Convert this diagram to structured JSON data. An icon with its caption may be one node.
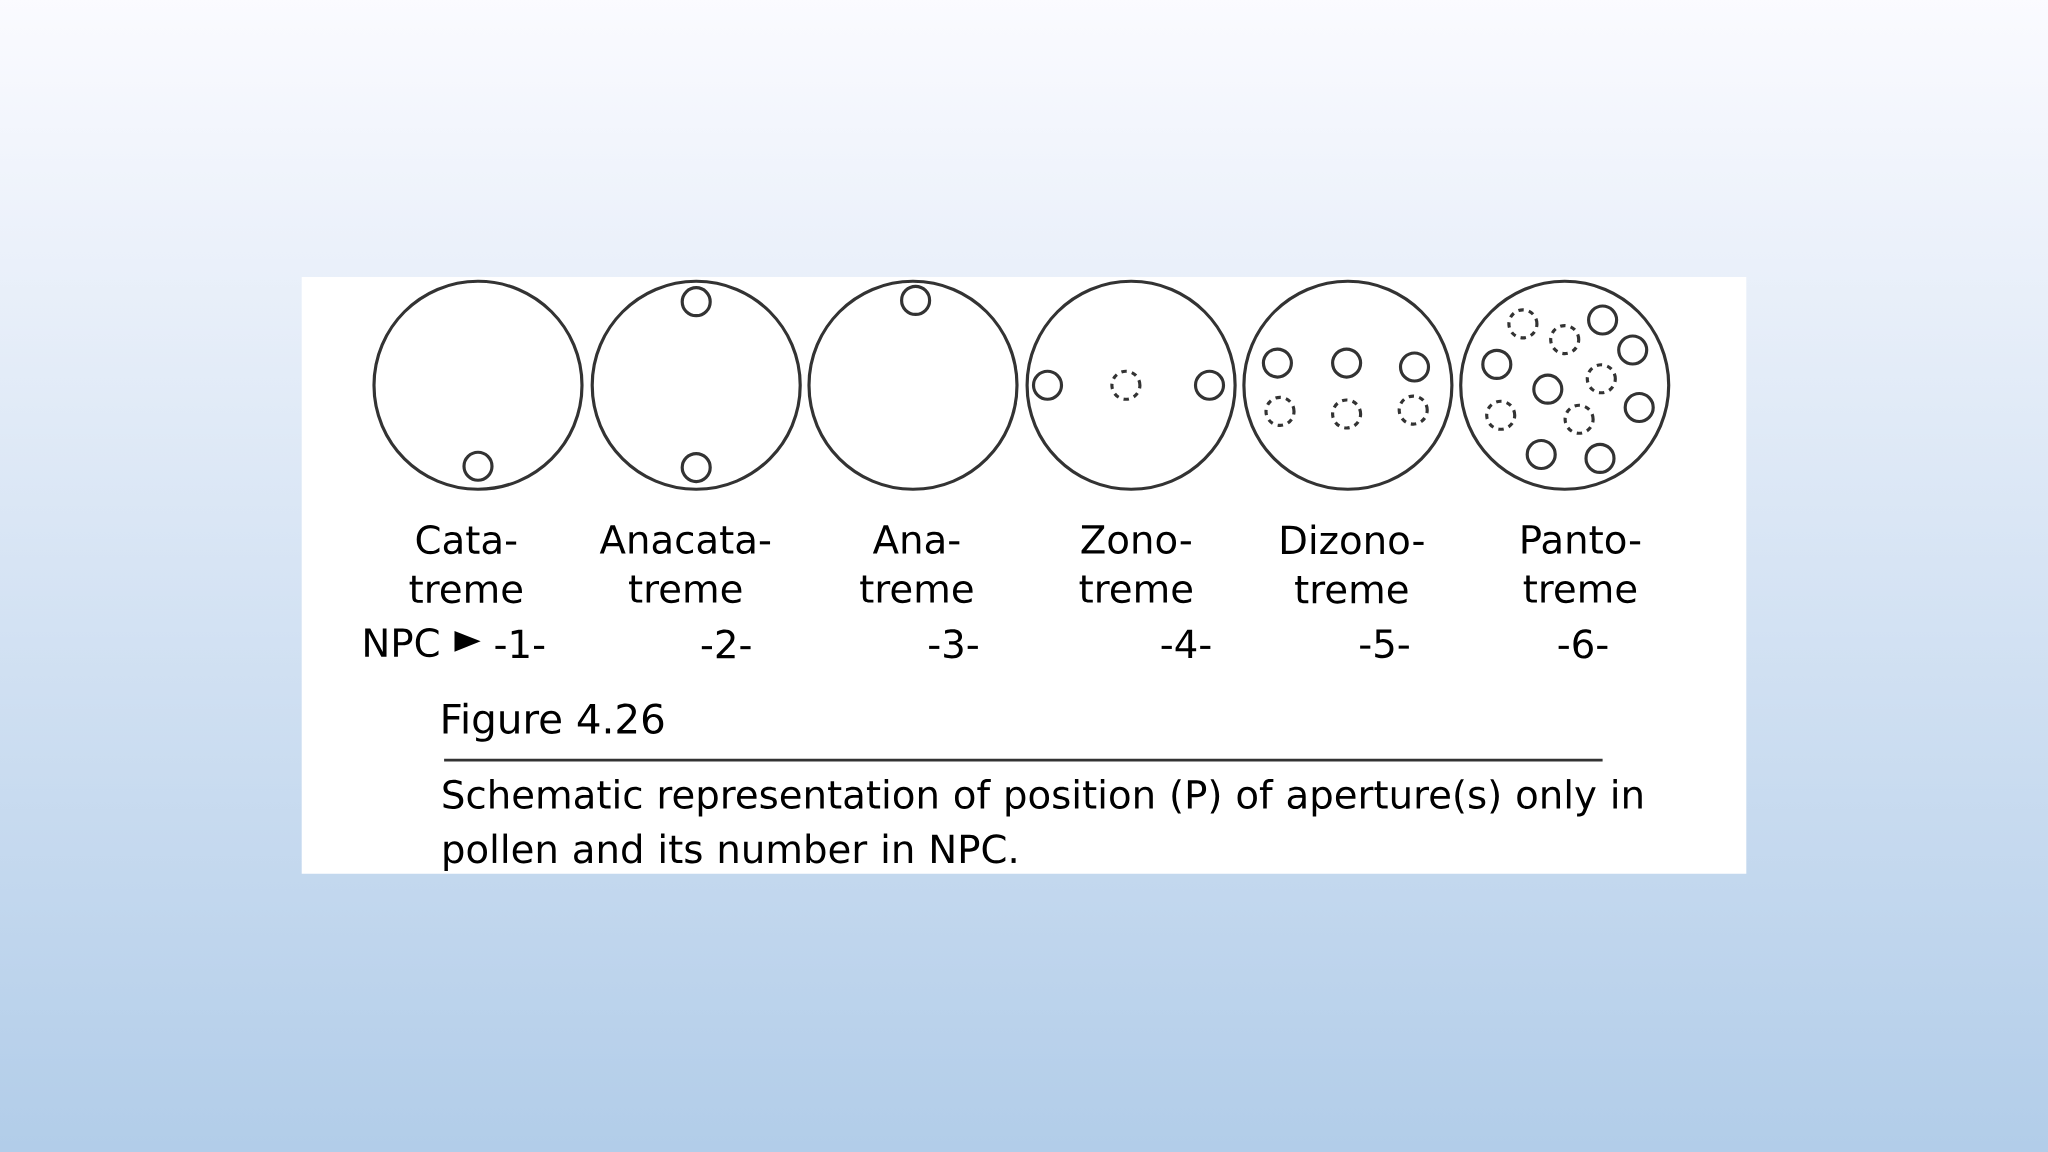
{
  "diagram": {
    "title": "Figure 4.26",
    "caption": "Schematic representation of position (P) of aperture(s) only in pollen and its number in NPC.",
    "labels": [
      "Cata- treme",
      "Anacata- treme",
      "Ana- treme",
      "Zono- treme",
      "Dizono- treme",
      "Panto- treme",
      "NPC",
      "-1-",
      "-2-",
      "-3-",
      "-4-",
      "-5-",
      "-6-"
    ]
  }
}
